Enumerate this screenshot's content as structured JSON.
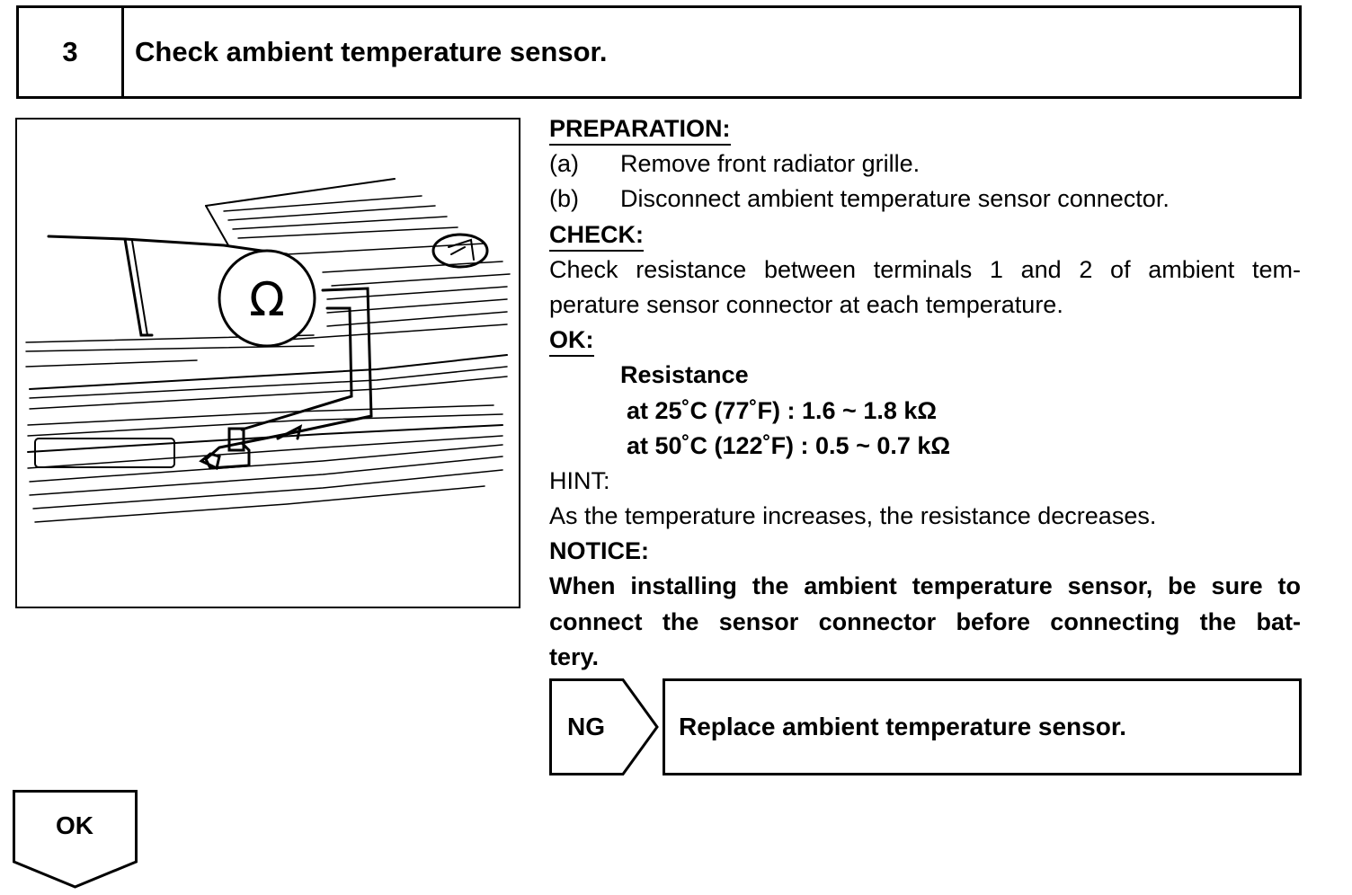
{
  "step": {
    "number": "3",
    "title": "Check ambient temperature sensor."
  },
  "illustration": {
    "meter_symbol": "Ω",
    "icon": "ohmmeter-icon"
  },
  "preparation": {
    "heading": "PREPARATION:",
    "items": [
      {
        "label": "(a)",
        "text": "Remove front radiator grille."
      },
      {
        "label": "(b)",
        "text": "Disconnect ambient temperature sensor connector."
      }
    ]
  },
  "check": {
    "heading": "CHECK:",
    "lines": [
      "Check resistance between terminals 1 and 2 of ambient tem-",
      "perature sensor connector at each temperature."
    ]
  },
  "ok_spec": {
    "heading": "OK:",
    "title": "Resistance",
    "rows": [
      "at 25˚C (77˚F) : 1.6 ~ 1.8  kΩ",
      "at 50˚C (122˚F) : 0.5 ~ 0.7 kΩ"
    ]
  },
  "hint": {
    "heading": "HINT:",
    "text": "As the temperature increases, the resistance decreases."
  },
  "notice": {
    "heading": "NOTICE:",
    "lines": [
      "When installing the ambient temperature sensor, be sure to",
      "connect the sensor connector before connecting the bat-",
      "tery."
    ]
  },
  "results": {
    "ng_label": "NG",
    "ng_action": "Replace ambient temperature sensor.",
    "ok_label": "OK"
  }
}
